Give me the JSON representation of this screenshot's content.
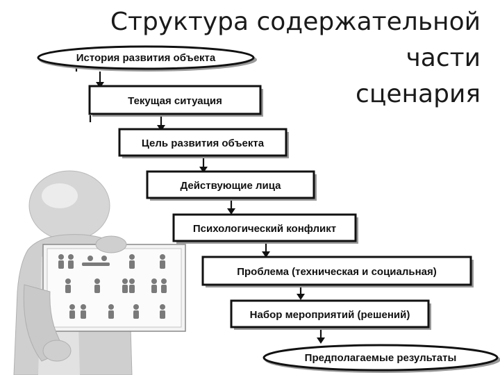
{
  "title": {
    "line1": "Структура содержательной части",
    "line2": "сценария"
  },
  "steps": [
    {
      "label": "История развития объекта",
      "shape": "ellipse"
    },
    {
      "label": "Текущая ситуация",
      "shape": "rect"
    },
    {
      "label": "Цель развития объекта",
      "shape": "rect"
    },
    {
      "label": "Действующие лица",
      "shape": "rect"
    },
    {
      "label": "Психологический конфликт",
      "shape": "rect"
    },
    {
      "label": "Проблема (техническая и социальная)",
      "shape": "rect"
    },
    {
      "label": "Набор мероприятий (решений)",
      "shape": "rect"
    },
    {
      "label": "Предполагаемые результаты",
      "shape": "ellipse"
    }
  ],
  "illustration": "person-holding-board-icon"
}
